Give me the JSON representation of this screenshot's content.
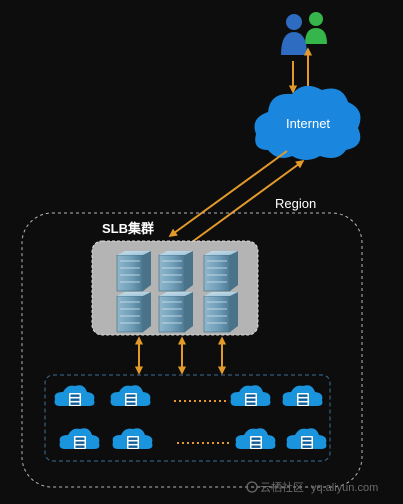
{
  "labels": {
    "internet": "Internet",
    "region": "Region",
    "slb_cluster": "SLB集群",
    "watermark_cn": "云栖社区",
    "watermark_url": "yq.aliyun.com"
  },
  "colors": {
    "background": "#0d0d0d",
    "arrow": "#e39a2a",
    "cloud": "#1a86dd",
    "region_border": "#b5b5b5",
    "slb_panel": "#b4b4b4",
    "backend_border": "#3b6f97",
    "server_body": "#6f9db8",
    "backend_icon": "#1b94de",
    "user_blue": "#2d6cc0",
    "user_green": "#35b54a"
  },
  "icons": {
    "users": "users-icon",
    "internet": "cloud-icon",
    "slb_server": "server-icon",
    "backend_server": "cloud-server-icon",
    "continuation": "dotted-ellipsis"
  },
  "counts": {
    "slb_servers": 6,
    "backend_rows": 2,
    "backend_icons_per_row": 4,
    "vertical_links": 3
  }
}
